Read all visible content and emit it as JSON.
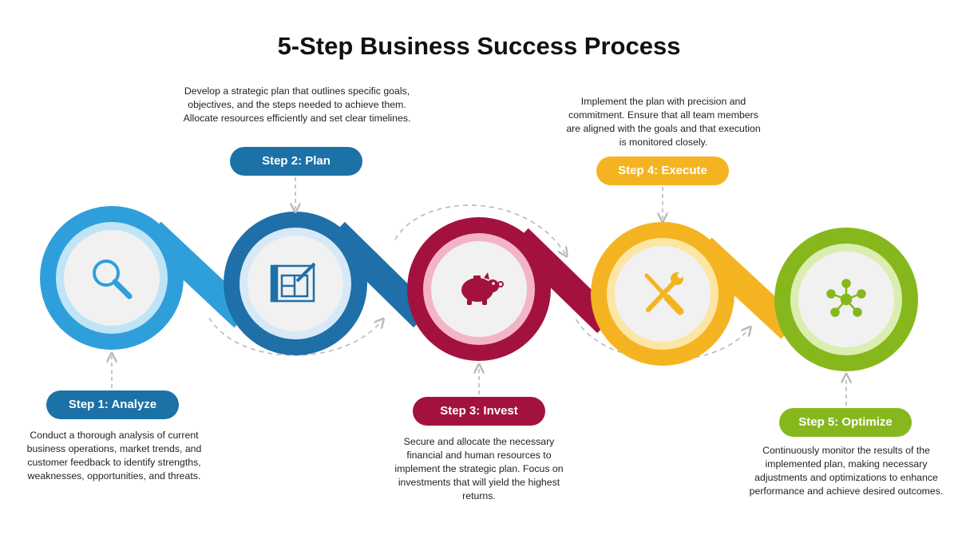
{
  "title": "5-Step Business Success Process",
  "colors": {
    "step1": "#2f9fdc",
    "step1_light": "#bfe4f6",
    "step2": "#1f6fa8",
    "step2_label": "#1c71a6",
    "step3": "#a3123f",
    "step3_light": "#f4b4c8",
    "step4": "#f4b421",
    "step4_light": "#fde5a4",
    "step5": "#86b81d",
    "step5_light": "#dbeeb0",
    "connector": "#b9b9b9"
  },
  "steps": [
    {
      "label": "Step 1: Analyze",
      "icon": "magnifier-icon",
      "description": "Conduct a thorough analysis of current business operations, market trends, and customer feedback to identify strengths, weaknesses, opportunities, and threats."
    },
    {
      "label": "Step 2: Plan",
      "icon": "blueprint-icon",
      "description": "Develop a strategic plan that outlines specific goals, objectives, and the steps needed to achieve them. Allocate resources efficiently and set clear timelines."
    },
    {
      "label": "Step 3: Invest",
      "icon": "piggy-bank-icon",
      "description": "Secure and allocate the necessary financial and human resources to implement the strategic plan. Focus on investments that will yield the highest returns."
    },
    {
      "label": "Step 4: Execute",
      "icon": "tools-icon",
      "description": "Implement the plan with precision and commitment. Ensure that all team members are aligned with the goals and that execution is monitored closely."
    },
    {
      "label": "Step 5: Optimize",
      "icon": "network-icon",
      "description": "Continuously monitor the results of the implemented plan, making necessary adjustments and optimizations to enhance performance and achieve desired outcomes."
    }
  ]
}
